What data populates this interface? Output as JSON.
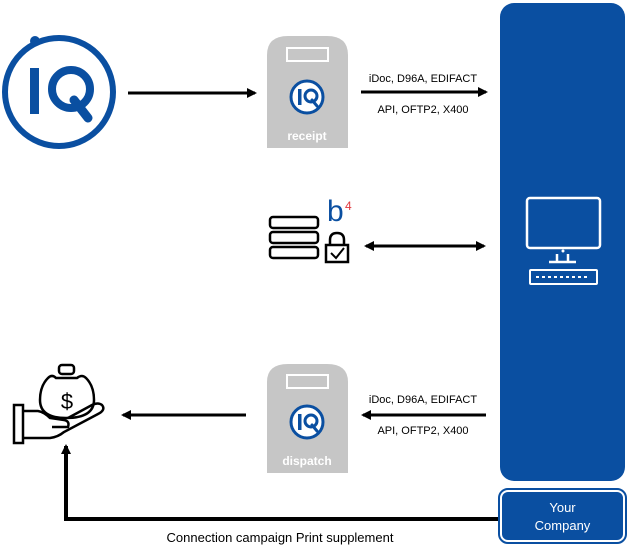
{
  "receipt": {
    "label": "receipt",
    "protocols_line1": "iDoc, D96A, EDIFACT",
    "protocols_line2": "API, OFTP2, X400"
  },
  "dispatch": {
    "label": "dispatch",
    "protocols_line1": "iDoc, D96A, EDIFACT",
    "protocols_line2": "API, OFTP2, X400"
  },
  "b4_logo": {
    "letter": "b",
    "superscript": "4"
  },
  "company": {
    "line1": "Your",
    "line2": "Company"
  },
  "footer_label": "Connection campaign Print supplement",
  "colors": {
    "brand_blue": "#0a4fa1",
    "card_gray": "#c6c6c6",
    "b4_red": "#e0393e"
  },
  "icons": [
    "iq-logo-icon",
    "database-icon",
    "lock-check-icon",
    "computer-monitor-icon",
    "money-bag-hand-icon"
  ]
}
